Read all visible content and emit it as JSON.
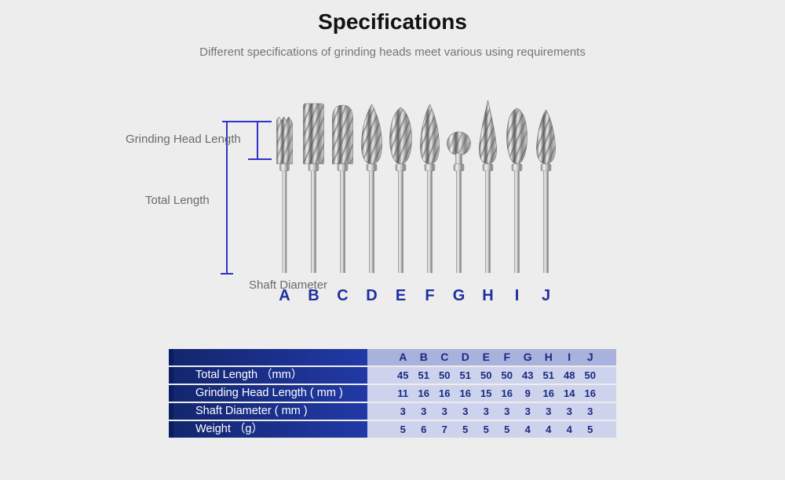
{
  "header": {
    "title": "Specifications",
    "subtitle": "Different specifications of grinding heads meet various using requirements"
  },
  "diagram": {
    "grinding_head_length_label": "Grinding Head Length",
    "total_length_label": "Total Length",
    "shaft_diameter_label": "Shaft Diameter",
    "bit_letters": [
      "A",
      "B",
      "C",
      "D",
      "E",
      "F",
      "G",
      "H",
      "I",
      "J"
    ],
    "annotation_line_color": "#3232c8"
  },
  "table": {
    "column_headers": [
      "A",
      "B",
      "C",
      "D",
      "E",
      "F",
      "G",
      "H",
      "I",
      "J"
    ],
    "rows": [
      {
        "label": "Total Length （mm）",
        "values": [
          45,
          51,
          50,
          51,
          50,
          50,
          43,
          51,
          48,
          50
        ]
      },
      {
        "label": "Grinding Head Length ( mm )",
        "values": [
          11,
          16,
          16,
          16,
          15,
          16,
          9,
          16,
          14,
          16
        ]
      },
      {
        "label": "Shaft Diameter ( mm )",
        "values": [
          3,
          3,
          3,
          3,
          3,
          3,
          3,
          3,
          3,
          3
        ]
      },
      {
        "label": "Weight （g）",
        "values": [
          5,
          6,
          7,
          5,
          5,
          5,
          4,
          4,
          4,
          5
        ]
      }
    ],
    "colors": {
      "label_bg_dark": "#13266f",
      "label_bg_light": "#2239a6",
      "header_bg": "#a9b2dc",
      "cell_bg": "#cdd3ec",
      "value_text": "#1b2a7e",
      "label_text": "#ffffff"
    }
  },
  "page_background": "#ededed"
}
